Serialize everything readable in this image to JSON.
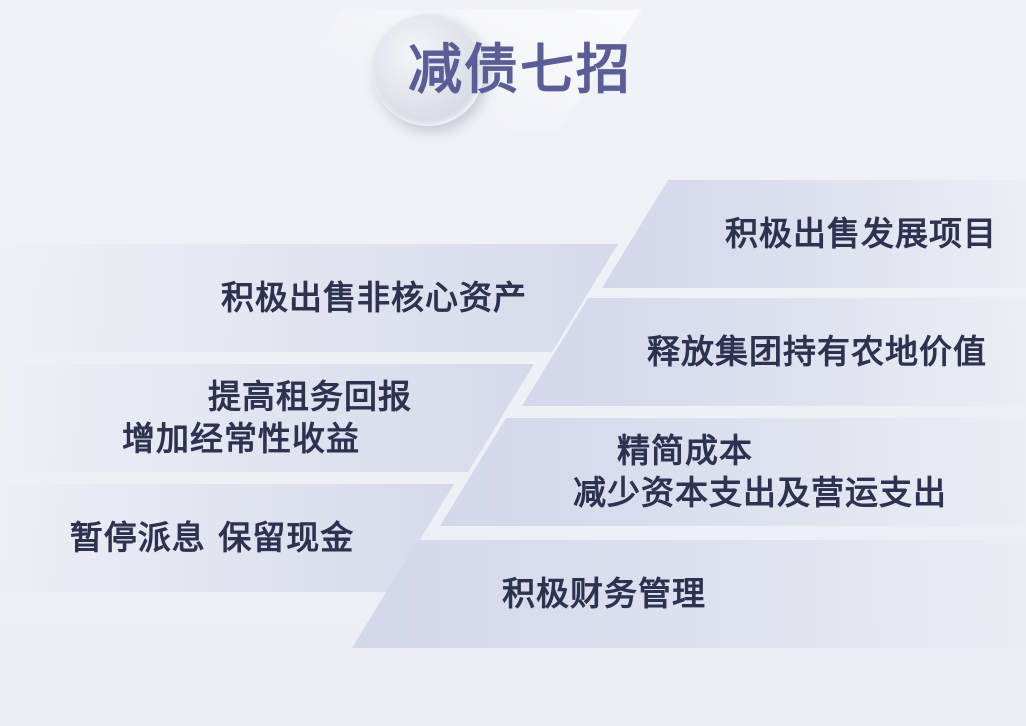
{
  "title": "减债七招",
  "left_items": [
    {
      "lines": [
        "积极出售非核心资产"
      ]
    },
    {
      "lines": [
        "提高租务回报",
        "增加经常性收益"
      ]
    },
    {
      "lines": [
        "暂停派息 保留现金"
      ]
    }
  ],
  "right_items": [
    {
      "lines": [
        "积极出售发展项目"
      ]
    },
    {
      "lines": [
        "释放集团持有农地价值"
      ]
    },
    {
      "lines": [
        "精简成本",
        "减少资本支出及营运支出"
      ]
    },
    {
      "lines": [
        "积极财务管理"
      ]
    }
  ],
  "colors": {
    "title": "#5b5e96",
    "text": "#2e3150",
    "band": "#d6d9ea",
    "background": "#f1f2f7"
  }
}
